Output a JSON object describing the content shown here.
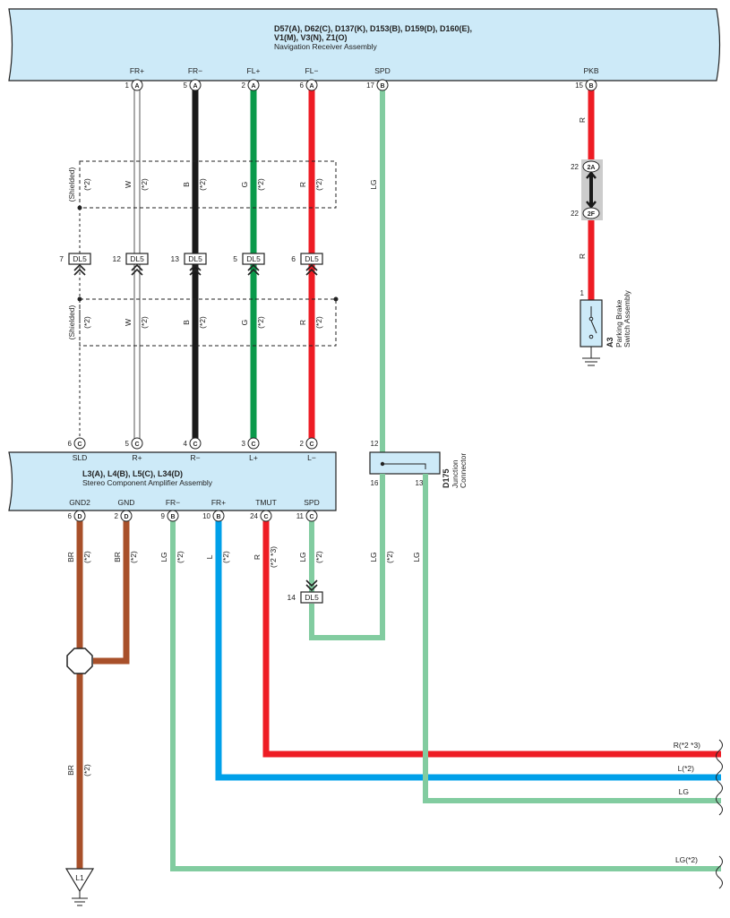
{
  "colors": {
    "box_fill": "#cdeaf8",
    "red": "#ee1c24",
    "black": "#1a1a1a",
    "green": "#0a9a4b",
    "lightgreen": "#82cca0",
    "blue": "#00a0e9",
    "brown": "#a8502a",
    "white_wire": "#ffffff",
    "gray_block": "#cccccc"
  },
  "nav_receiver": {
    "codes_line1": "D57(A), D62(C), D137(K), D153(B), D159(D), D160(E),",
    "codes_line2": "V1(M), V3(N), Z1(O)",
    "name": "Navigation Receiver Assembly",
    "pins": [
      {
        "num": "1",
        "conn": "A",
        "label": "FR+"
      },
      {
        "num": "5",
        "conn": "A",
        "label": "FR−"
      },
      {
        "num": "2",
        "conn": "A",
        "label": "FL+"
      },
      {
        "num": "6",
        "conn": "A",
        "label": "FL−"
      },
      {
        "num": "17",
        "conn": "B",
        "label": "SPD"
      },
      {
        "num": "15",
        "conn": "B",
        "label": "PKB"
      }
    ]
  },
  "amplifier": {
    "codes": "L3(A), L4(B), L5(C), L34(D)",
    "name": "Stereo Component Amplifier Assembly",
    "top_pins": [
      {
        "num": "6",
        "conn": "C",
        "label": "SLD"
      },
      {
        "num": "5",
        "conn": "C",
        "label": "R+"
      },
      {
        "num": "4",
        "conn": "C",
        "label": "R−"
      },
      {
        "num": "3",
        "conn": "C",
        "label": "L+"
      },
      {
        "num": "2",
        "conn": "C",
        "label": "L−"
      }
    ],
    "bottom_pins": [
      {
        "num": "6",
        "conn": "D",
        "label": "GND2"
      },
      {
        "num": "2",
        "conn": "D",
        "label": "GND"
      },
      {
        "num": "9",
        "conn": "B",
        "label": "FR−"
      },
      {
        "num": "10",
        "conn": "B",
        "label": "FR+"
      },
      {
        "num": "24",
        "conn": "C",
        "label": "TMUT"
      },
      {
        "num": "11",
        "conn": "C",
        "label": "SPD"
      }
    ]
  },
  "dl5_connectors": [
    {
      "pin": "7",
      "label": "DL5"
    },
    {
      "pin": "12",
      "label": "DL5"
    },
    {
      "pin": "13",
      "label": "DL5"
    },
    {
      "pin": "5",
      "label": "DL5"
    },
    {
      "pin": "6",
      "label": "DL5"
    },
    {
      "pin": "14",
      "label": "DL5"
    }
  ],
  "wire_labels": {
    "shielded": "(Shielded)",
    "star2": "(*2)",
    "W": "W",
    "B": "B",
    "G": "G",
    "R": "R",
    "LG": "LG",
    "BR": "BR",
    "L": "L",
    "star23": "(*2 *3)"
  },
  "parking_brake": {
    "code": "A3",
    "name_line1": "Parking Brake",
    "name_line2": "Switch Assembly",
    "pin": "1",
    "relay_top": {
      "num": "22",
      "conn": "2A"
    },
    "relay_bottom": {
      "num": "22",
      "conn": "2F"
    }
  },
  "junction": {
    "code": "D175",
    "name_line1": "Junction",
    "name_line2": "Connector",
    "pins": [
      "12",
      "16",
      "13"
    ]
  },
  "ground": {
    "label": "L1"
  },
  "right_outputs": [
    {
      "label": "R(*2 *3)"
    },
    {
      "label": "L(*2)"
    },
    {
      "label": "LG"
    },
    {
      "label": "LG(*2)"
    }
  ]
}
